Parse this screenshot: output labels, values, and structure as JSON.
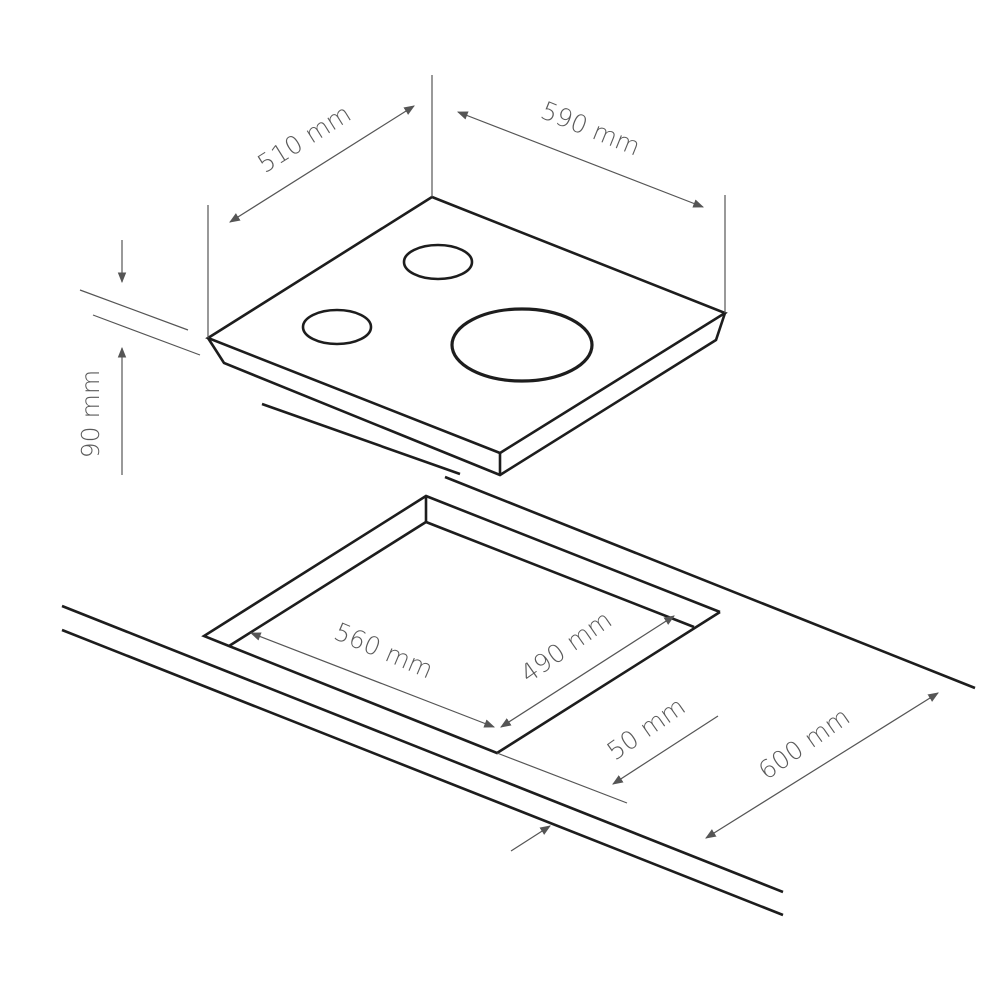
{
  "labels": {
    "hob_depth": "510 mm",
    "hob_width": "590 mm",
    "hob_height": "90 mm",
    "cutout_width": "560 mm",
    "cutout_depth": "490 mm",
    "front_margin": "50 mm",
    "counter_depth": "600 mm"
  },
  "colors": {
    "line": "#1d1d1d",
    "dimension": "#555555"
  }
}
